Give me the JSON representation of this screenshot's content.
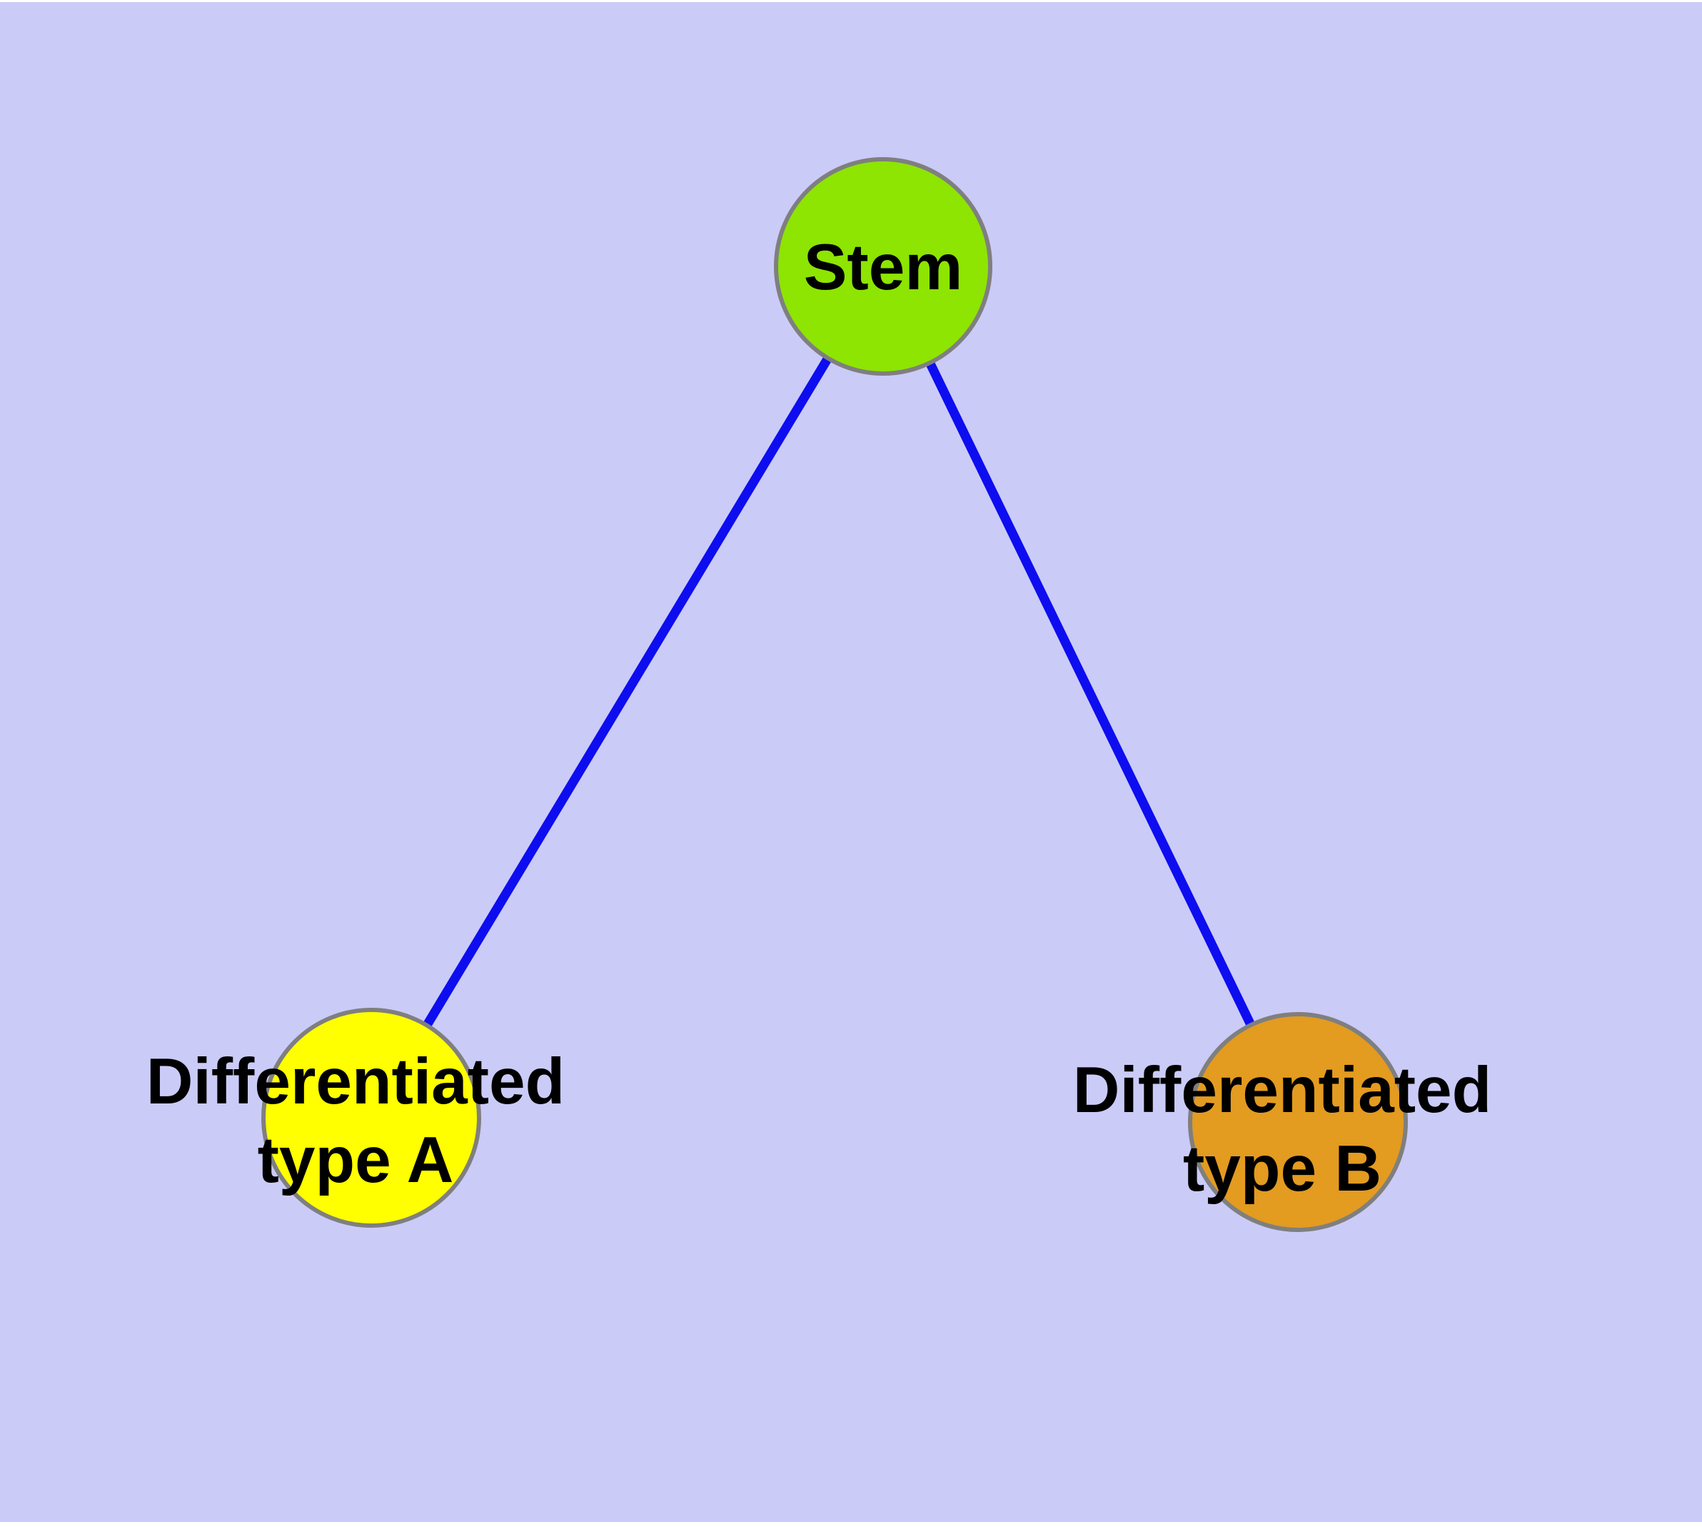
{
  "diagram": {
    "background_color": "#CBCBF8",
    "edge_color": "#0D0DF0",
    "node_border_color": "#7F7F7F",
    "text_color": "#000000",
    "nodes": {
      "stem": {
        "label": "Stem",
        "fill": "#8DE501"
      },
      "type_a": {
        "label": "Differentiated type A",
        "line1": "Differentiated",
        "line2": "type A",
        "fill": "#FFFF00"
      },
      "type_b": {
        "label": "Differentiated type B",
        "line1": "Differentiated",
        "line2": "type B",
        "fill": "#E39B20"
      }
    },
    "edges": [
      {
        "from": "Stem",
        "to": "Differentiated type A"
      },
      {
        "from": "Stem",
        "to": "Differentiated type B"
      }
    ]
  }
}
